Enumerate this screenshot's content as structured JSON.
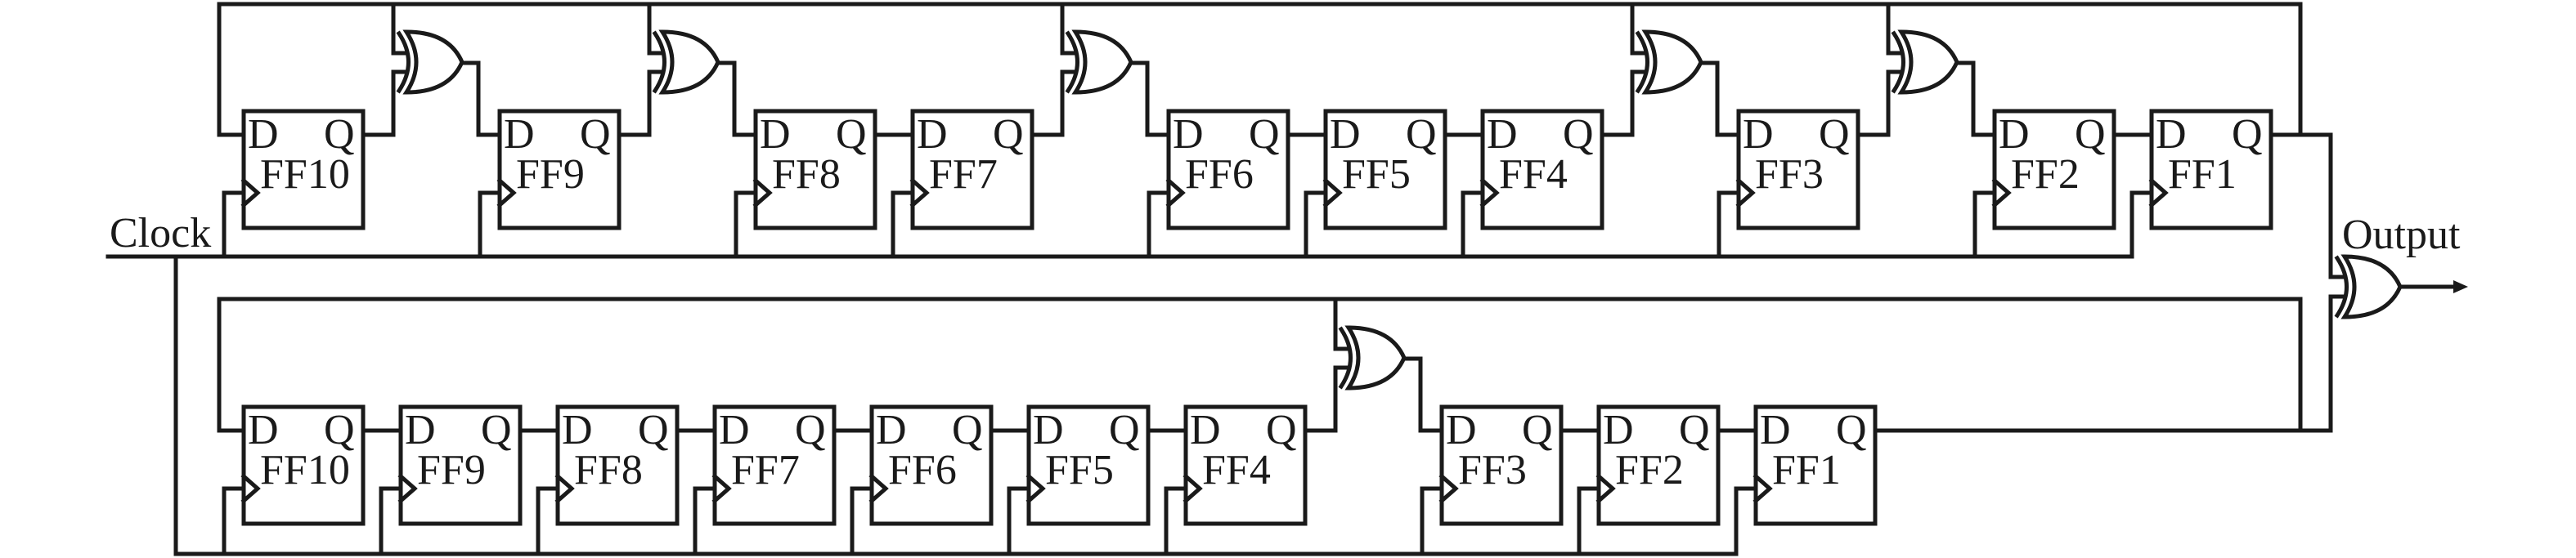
{
  "labels": {
    "clock": "Clock",
    "output": "Output",
    "d_pin": "D",
    "q_pin": "Q"
  },
  "rows": [
    {
      "flip_flops": [
        "FF10",
        "FF9",
        "FF8",
        "FF7",
        "FF6",
        "FF5",
        "FF4",
        "FF3",
        "FF2",
        "FF1"
      ],
      "xor_before": [
        "FF9",
        "FF8",
        "FF6",
        "FF3",
        "FF2"
      ]
    },
    {
      "flip_flops": [
        "FF10",
        "FF9",
        "FF8",
        "FF7",
        "FF6",
        "FF5",
        "FF4",
        "FF3",
        "FF2",
        "FF1"
      ],
      "xor_before": [
        "FF3"
      ]
    }
  ],
  "colors": {
    "line": "#1a1a1a",
    "background": "#ffffff"
  }
}
